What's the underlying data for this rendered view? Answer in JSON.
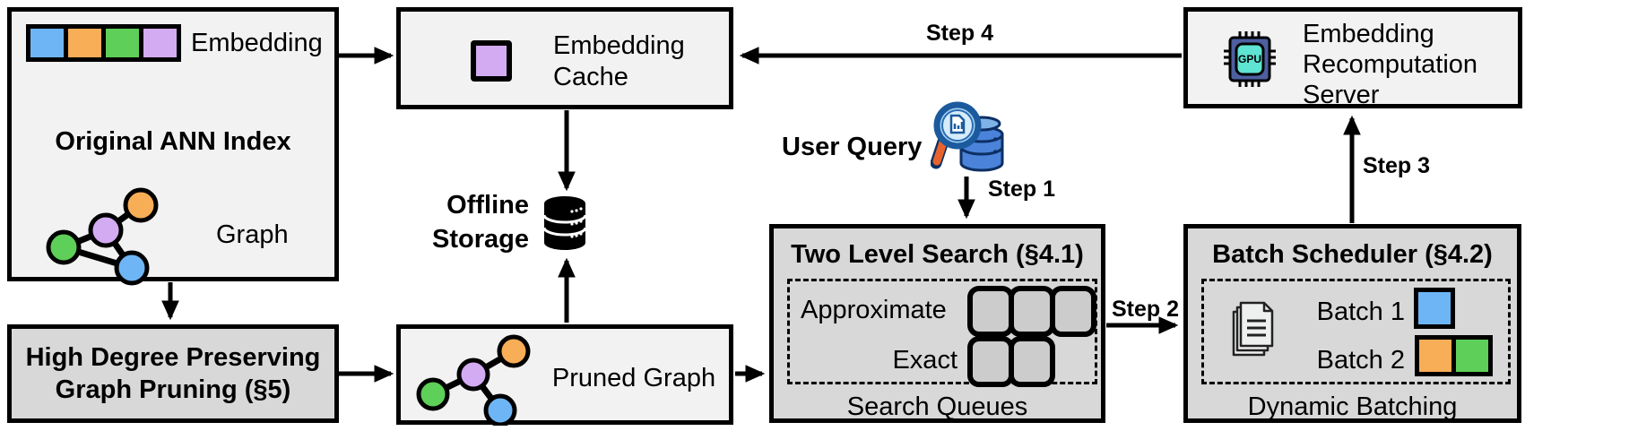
{
  "colors": {
    "box_light": "#f2f2f2",
    "box_mid": "#d8d8d8",
    "slot_fill": "#cccccc",
    "blue": "#6eb5f5",
    "orange": "#f8ad57",
    "green": "#5ecf58",
    "purple": "#d3abf3",
    "line": "#000000",
    "gpu_chip": "#4d5f9f",
    "gpu_screen": "#5fe3d2",
    "handle_orange": "#e8622d",
    "db_blue": "#4a83d9",
    "db_blue_dark": "#123c77"
  },
  "ann_index": {
    "title": "Original ANN Index",
    "embedding_label": "Embedding",
    "graph_label": "Graph"
  },
  "embedding_cache": {
    "label": "Embedding Cache"
  },
  "offline_storage": {
    "label": "Offline\nStorage"
  },
  "pruned_graph": {
    "label": "Pruned Graph"
  },
  "graph_pruning": {
    "label": "High Degree Preserving\nGraph Pruning (§5)"
  },
  "user_query": {
    "label": "User Query"
  },
  "two_level_search": {
    "title": "Two Level Search (§4.1)",
    "approximate_label": "Approximate",
    "approximate_slots": 3,
    "exact_label": "Exact",
    "exact_slots": 2,
    "footer": "Search Queues"
  },
  "batch_scheduler": {
    "title": "Batch Scheduler (§4.2)",
    "batch1_label": "Batch 1",
    "batch2_label": "Batch 2",
    "footer": "Dynamic Batching"
  },
  "recomputation_server": {
    "label": "Embedding Recomputation Server",
    "gpu_text": "GPU"
  },
  "steps": {
    "step1": "Step 1",
    "step2": "Step 2",
    "step3": "Step 3",
    "step4": "Step 4"
  },
  "icons": [
    "embedding-strip-icon",
    "graph-icon",
    "cached-embedding-icon",
    "database-icon",
    "query-magnifier-icon",
    "queue-slot-icon",
    "documents-icon",
    "batch-block-icon",
    "gpu-chip-icon"
  ]
}
